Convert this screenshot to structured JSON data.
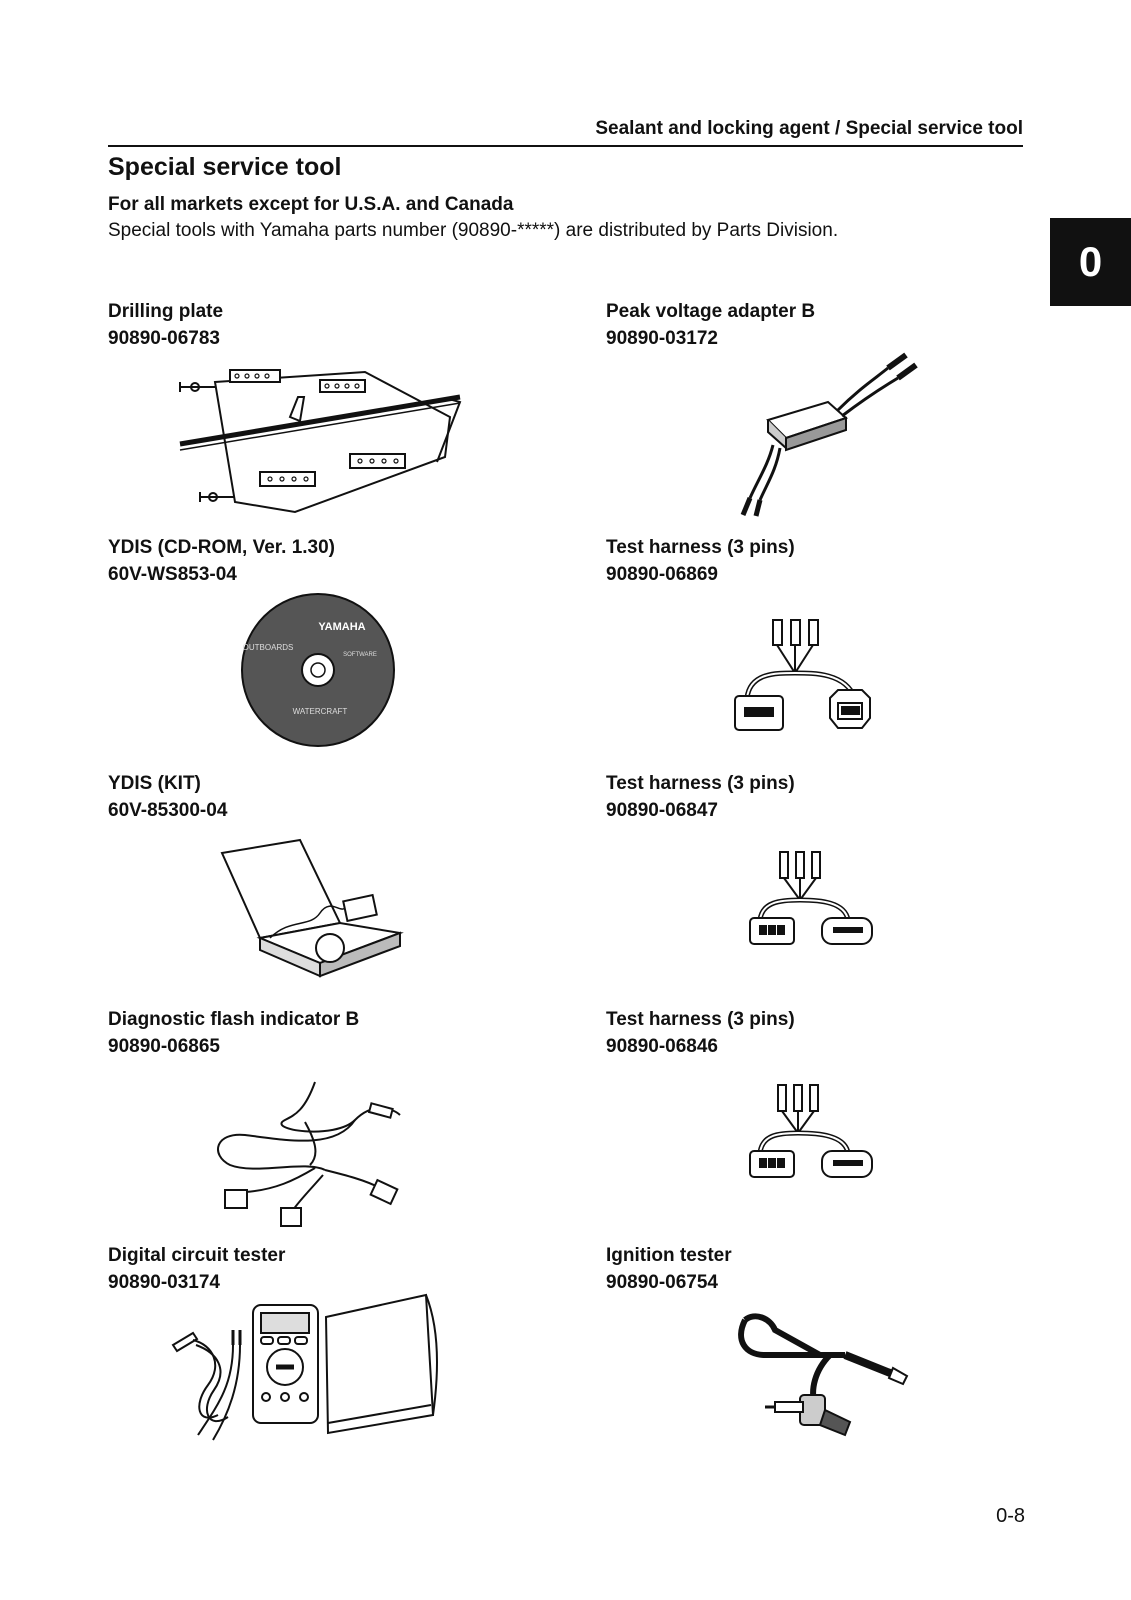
{
  "running_head": "Sealant and locking agent / Special service tool",
  "section_title": "Special service tool",
  "market_note": "For all markets except for U.S.A. and Canada",
  "intro": "Special tools with Yamaha parts number (90890-*****) are distributed by Parts Division.",
  "chapter_tab": "0",
  "page_number": "0-8",
  "tools": [
    {
      "name": "Drilling plate",
      "part": "90890-06783",
      "icon": "drilling-plate-icon"
    },
    {
      "name": "Peak voltage adapter B",
      "part": "90890-03172",
      "icon": "peak-voltage-adapter-icon"
    },
    {
      "name": "YDIS (CD-ROM, Ver. 1.30)",
      "part": "60V-WS853-04",
      "icon": "cd-rom-icon",
      "disc_labels": {
        "brand": "YAMAHA",
        "top": "OUTBOARDS",
        "middle": "SOFTWARE",
        "bottom": "WATERCRAFT"
      }
    },
    {
      "name": "Test harness (3 pins)",
      "part": "90890-06869",
      "icon": "test-harness-icon"
    },
    {
      "name": "YDIS (KIT)",
      "part": "60V-85300-04",
      "icon": "ydis-kit-icon"
    },
    {
      "name": "Test harness (3 pins)",
      "part": "90890-06847",
      "icon": "test-harness-icon"
    },
    {
      "name": "Diagnostic flash indicator B",
      "part": "90890-06865",
      "icon": "flash-indicator-icon"
    },
    {
      "name": "Test harness (3 pins)",
      "part": "90890-06846",
      "icon": "test-harness-icon"
    },
    {
      "name": "Digital circuit tester",
      "part": "90890-03174",
      "icon": "digital-circuit-tester-icon"
    },
    {
      "name": "Ignition tester",
      "part": "90890-06754",
      "icon": "ignition-tester-icon"
    }
  ]
}
